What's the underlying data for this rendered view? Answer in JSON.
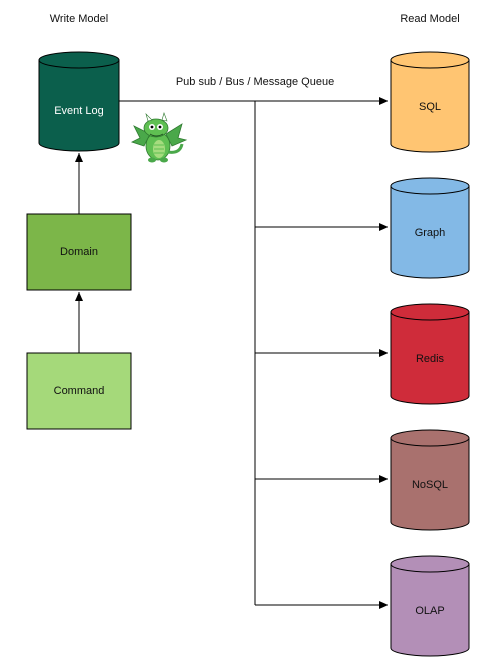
{
  "headings": {
    "write_model": "Write Model",
    "read_model": "Read Model"
  },
  "bus_label": "Pub sub / Bus / Message Queue",
  "write_side": {
    "event_log": {
      "label": "Event Log",
      "color": "#0b5f4c"
    },
    "domain": {
      "label": "Domain",
      "color": "#7cb649"
    },
    "command": {
      "label": "Command",
      "color": "#a5d97a"
    }
  },
  "read_stores": [
    {
      "label": "SQL",
      "color": "#ffc572"
    },
    {
      "label": "Graph",
      "color": "#83b9e6"
    },
    {
      "label": "Redis",
      "color": "#cf2c3a"
    },
    {
      "label": "NoSQL",
      "color": "#a9716e"
    },
    {
      "label": "OLAP",
      "color": "#b38fb7"
    }
  ],
  "mascot": {
    "icon": "green-dragon-icon",
    "color": "#5fbf52"
  }
}
